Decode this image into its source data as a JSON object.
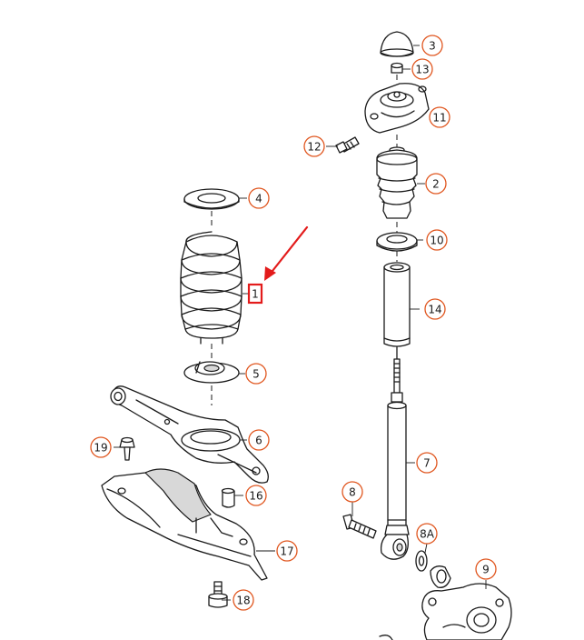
{
  "colors": {
    "callout": "#e0561f",
    "highlight": "#e31b1b",
    "line": "#1a1a1a"
  },
  "callouts": [
    {
      "id": "3",
      "label": "3"
    },
    {
      "id": "13",
      "label": "13"
    },
    {
      "id": "11",
      "label": "11"
    },
    {
      "id": "12",
      "label": "12"
    },
    {
      "id": "2",
      "label": "2"
    },
    {
      "id": "10",
      "label": "10"
    },
    {
      "id": "14",
      "label": "14"
    },
    {
      "id": "4",
      "label": "4"
    },
    {
      "id": "1",
      "label": "1"
    },
    {
      "id": "5",
      "label": "5"
    },
    {
      "id": "6",
      "label": "6"
    },
    {
      "id": "19",
      "label": "19"
    },
    {
      "id": "16",
      "label": "16"
    },
    {
      "id": "17",
      "label": "17"
    },
    {
      "id": "18",
      "label": "18"
    },
    {
      "id": "7",
      "label": "7"
    },
    {
      "id": "8",
      "label": "8"
    },
    {
      "id": "8a",
      "label": "8A"
    },
    {
      "id": "9",
      "label": "9"
    }
  ]
}
